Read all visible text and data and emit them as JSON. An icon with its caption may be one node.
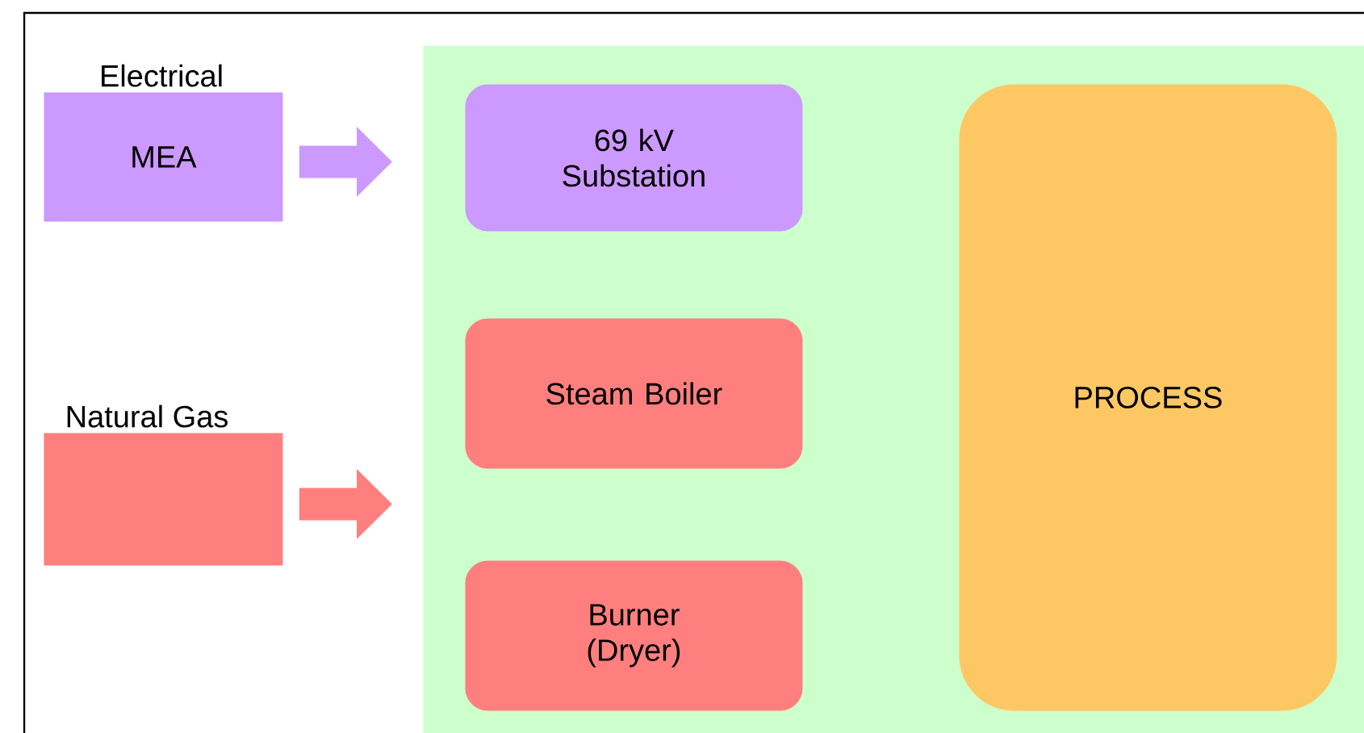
{
  "diagram": {
    "nodes": [
      {
        "text": [
          "Electrical",
          "MEA"
        ]
      },
      {
        "text": [
          "Natural Gas"
        ]
      },
      {
        "text": [],
        "shape": "box"
      },
      {
        "text": [
          "69 kV Substation"
        ],
        "in": 2
      },
      {
        "text": [
          "Steam Boiler"
        ],
        "in": 2
      },
      {
        "text": [
          "Burner (Dryer)"
        ],
        "in": 2
      },
      {
        "text": [
          "PROCESS"
        ],
        "in": 2
      }
    ],
    "edges": [
      {
        "from": 0,
        "to": 2,
        "arrow": "to",
        "color": "#cc99ff"
      },
      {
        "from": 1,
        "to": 2,
        "arrow": "to",
        "color": "#ff7f7f"
      }
    ]
  }
}
